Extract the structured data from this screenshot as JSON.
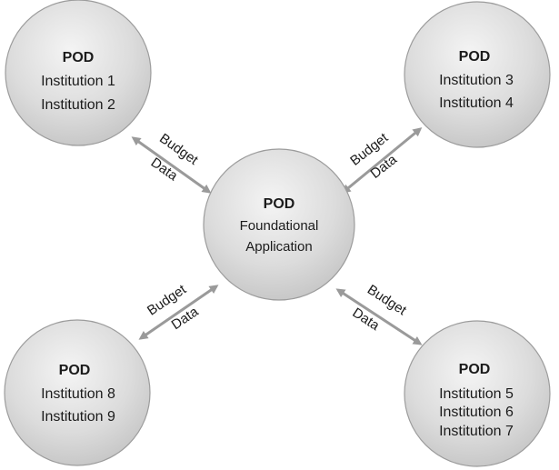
{
  "center": {
    "title": "POD",
    "lines": [
      "Foundational",
      "Application"
    ]
  },
  "nodes": [
    {
      "title": "POD",
      "lines": [
        "Institution 1",
        "Institution 2"
      ]
    },
    {
      "title": "POD",
      "lines": [
        "Institution 3",
        "Institution 4"
      ]
    },
    {
      "title": "POD",
      "lines": [
        "Institution 8",
        "Institution 9"
      ]
    },
    {
      "title": "POD",
      "lines": [
        "Institution 5",
        "Institution 6",
        "Institution 7"
      ]
    }
  ],
  "edges": [
    {
      "line1": "Budget",
      "line2": "Data"
    },
    {
      "line1": "Budget",
      "line2": "Data"
    },
    {
      "line1": "Budget",
      "line2": "Data"
    },
    {
      "line1": "Budget",
      "line2": "Data"
    }
  ],
  "colors": {
    "circle_light": "#f4f4f4",
    "circle_dark": "#c4c4c4",
    "circle_stroke": "#9c9c9c",
    "arrow": "#9a9a9a",
    "text": "#1b1b1b"
  }
}
